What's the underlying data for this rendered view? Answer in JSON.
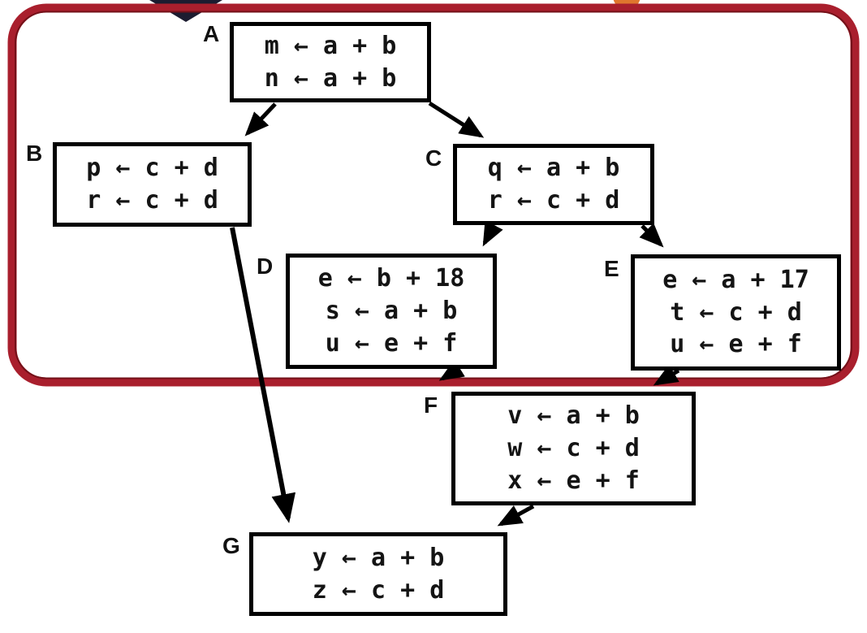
{
  "diagram": {
    "type": "control-flow-graph",
    "blocks": [
      {
        "label": "A",
        "lines": [
          "m ← a + b",
          "n ← a + b"
        ]
      },
      {
        "label": "B",
        "lines": [
          "p ← c + d",
          "r ← c + d"
        ]
      },
      {
        "label": "C",
        "lines": [
          "q ← a + b",
          "r ← c + d"
        ]
      },
      {
        "label": "D",
        "lines": [
          "e ← b + 18",
          "s ← a + b",
          "u ← e + f"
        ]
      },
      {
        "label": "E",
        "lines": [
          "e ← a + 17",
          "t ← c + d",
          "u ← e + f"
        ]
      },
      {
        "label": "F",
        "lines": [
          "v ← a + b",
          "w ← c + d",
          "x ← e + f"
        ]
      },
      {
        "label": "G",
        "lines": [
          "y ← a + b",
          "z ← c + d"
        ]
      }
    ],
    "edges": [
      {
        "from": "A",
        "to": "B"
      },
      {
        "from": "A",
        "to": "C"
      },
      {
        "from": "C",
        "to": "D"
      },
      {
        "from": "C",
        "to": "E"
      },
      {
        "from": "D",
        "to": "F"
      },
      {
        "from": "E",
        "to": "F"
      },
      {
        "from": "F",
        "to": "G"
      },
      {
        "from": "B",
        "to": "G"
      }
    ],
    "highlight": {
      "shape": "rounded-rectangle",
      "color": "#a91f2d",
      "encloses": [
        "A",
        "B",
        "C",
        "D",
        "E"
      ]
    },
    "colors": {
      "block_border": "#000000",
      "text": "#141414",
      "highlight_red": "#a91f2d",
      "highlight_inner_edge": "#731119",
      "entry_arrow": "#1c1c30",
      "orange_dot": "#df762e"
    }
  }
}
